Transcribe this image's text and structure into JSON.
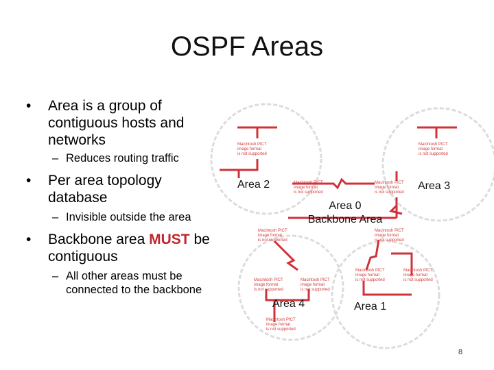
{
  "slide": {
    "title": "OSPF Areas",
    "page_number": "8"
  },
  "bullets": [
    {
      "text": "Area is a group of contiguous hosts and networks",
      "sub": [
        "Reduces routing traffic"
      ]
    },
    {
      "text": "Per area topology database",
      "sub": [
        "Invisible outside the area"
      ]
    },
    {
      "text_before": "Backbone area",
      "emphasis": "MUST",
      "text_after": "be contiguous",
      "sub": [
        "All other areas must be connected to the backbone"
      ]
    }
  ],
  "diagram": {
    "labels": {
      "area2": "Area 2",
      "area3": "Area 3",
      "area0_line1": "Area 0",
      "area0_line2": "Backbone Area",
      "area4": "Area 4",
      "area1": "Area 1"
    },
    "placeholder_text": [
      "Macintosh PICT",
      "image format",
      "is not supported"
    ],
    "colors": {
      "network_line": "#d0323a",
      "area_circle": "#dcdcdc",
      "placeholder_text": "#d33b3b"
    }
  }
}
